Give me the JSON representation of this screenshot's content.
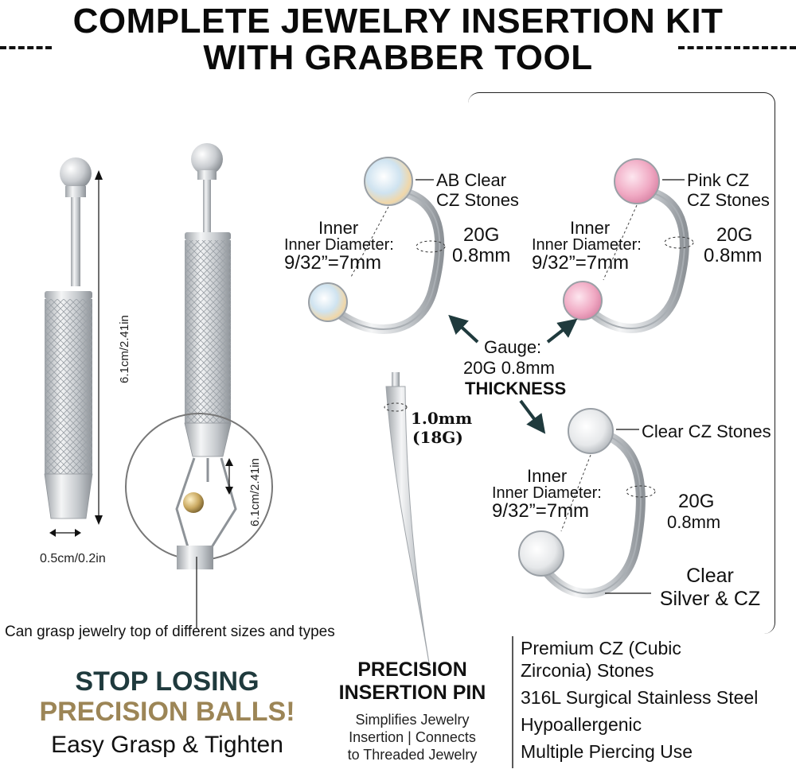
{
  "title": {
    "line1": "COMPLETE JEWELRY INSERTION KIT",
    "line2": "WITH GRABBER TOOL"
  },
  "tool": {
    "length_dim": "6.1cm/2.41in",
    "width_dim": "0.5cm/0.2in",
    "grip_dim": "6.1cm/2.41in",
    "caption": "Can grasp jewelry top of different sizes and types"
  },
  "rings": [
    {
      "stones": "AB Clear\nCZ Stones",
      "inner_label": "Inner",
      "diameter_label": "Inner Diameter:",
      "diameter_value": "9/32”=7mm",
      "gauge": "20G",
      "gauge_mm": "0.8mm",
      "stone_color": "#d8e6ee"
    },
    {
      "stones": "Pink CZ\nCZ Stones",
      "inner_label": "Inner",
      "diameter_label": "Inner Diameter:",
      "diameter_value": "9/32”=7mm",
      "gauge": "20G",
      "gauge_mm": "0.8mm",
      "stone_color": "#f2b6cc"
    },
    {
      "stones": "Clear CZ Stones",
      "inner_label": "Inner",
      "diameter_label": "Inner Diameter:",
      "diameter_value": "9/32”=7mm",
      "gauge": "20G",
      "gauge_mm": "0.8mm",
      "extra": "Clear\nSilver & CZ",
      "stone_color": "#eef0f2"
    }
  ],
  "gauge_callout": {
    "line1": "Gauge:",
    "line2": "20G 0.8mm",
    "line3": "THICKNESS"
  },
  "pin": {
    "size": "1.0mm",
    "gauge": "(18G)"
  },
  "headline": {
    "line1": "STOP LOSING",
    "line2": "PRECISION BALLS!",
    "line3": "Easy Grasp & Tighten"
  },
  "precision_pin": {
    "title1": "PRECISION",
    "title2": "INSERTION PIN",
    "sub1": "Simplifies Jewelry",
    "sub2": "Insertion | Connects",
    "sub3": "to Threaded Jewelry"
  },
  "features": [
    "Premium CZ (Cubic",
    "Zirconia) Stones",
    "316L Surgical Stainless Steel",
    "Hypoallergenic",
    "Multiple Piercing Use"
  ],
  "colors": {
    "metal": "#c9ccd0",
    "headline_dark": "#1f3a3d",
    "headline_gold": "#9c8556"
  }
}
